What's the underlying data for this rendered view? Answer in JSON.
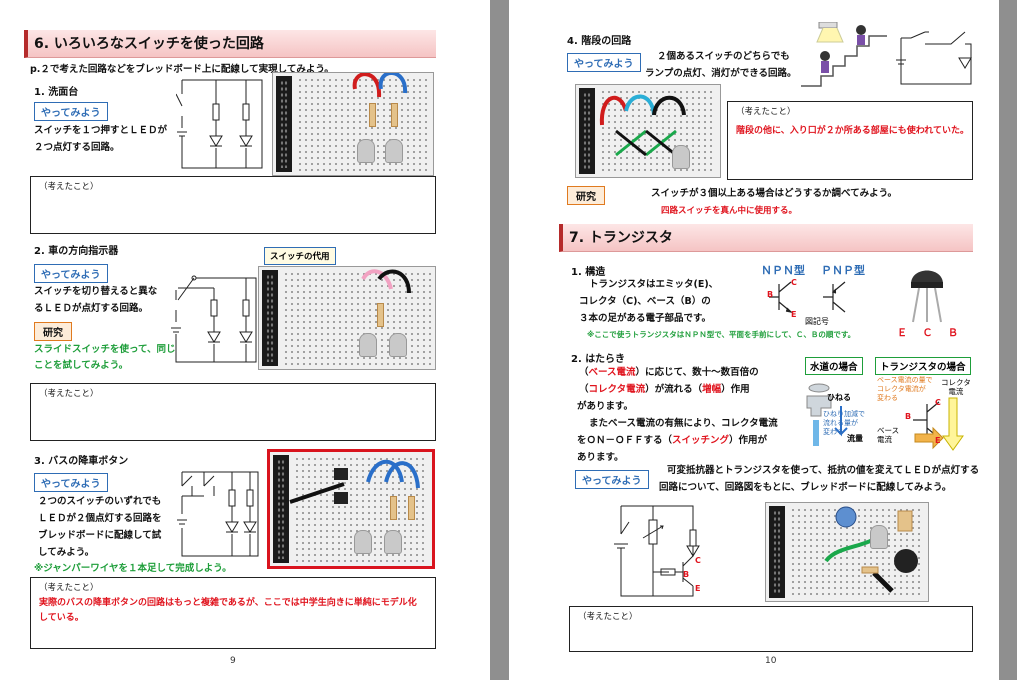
{
  "left": {
    "section_title": "6. いろいろなスイッチを使った回路",
    "intro": "p.２で考えた回路などをブレッドボード上に配線して実現してみよう。",
    "s1": {
      "title": "1. 洗面台",
      "tag": "やってみよう",
      "desc_1": "スイッチを１つ押すとＬＥＤが",
      "desc_2": "２つ点灯する回路。",
      "think_title": "（考えたこと）"
    },
    "s2": {
      "title": "2. 車の方向指示器",
      "tag": "やってみよう",
      "desc_1": "スイッチを切り替えると異な",
      "desc_2": "るＬＥＤが点灯する回路。",
      "research_tag": "研究",
      "research_1": "スライドスイッチを使って、同じ",
      "research_2": "ことを試してみよう。",
      "callout": "スイッチの代用",
      "think_title": "（考えたこと）"
    },
    "s3": {
      "title": "3. バスの降車ボタン",
      "tag": "やってみよう",
      "desc_1": "２つのスイッチのいずれでも",
      "desc_2": "ＬＥＤが２個点灯する回路を",
      "desc_3": "ブレッドボードに配線して試",
      "desc_4": "してみよう。",
      "note": "※ジャンパーワイヤを１本足して完成しよう。",
      "think_title": "（考えたこと）",
      "think_answer_1": "実際のバスの降車ボタンの回路はもっと複雑であるが、ここでは中学生向きに単純にモデル化",
      "think_answer_2": "している。"
    },
    "page_number": "9"
  },
  "right": {
    "s4": {
      "title": "4. 階段の回路",
      "tag": "やってみよう",
      "desc_1": "２個あるスイッチのどちらでも",
      "desc_2": "ランプの点灯、消灯ができる回路。",
      "think_title": "（考えたこと）",
      "think_answer": "階段の他に、入り口が２か所ある部屋にも使われていた。",
      "research_tag": "研究",
      "research_text": "スイッチが３個以上ある場合はどうするか調べてみよう。",
      "research_answer": "四路スイッチを真ん中に使用する。"
    },
    "section_title": "7. トランジスタ",
    "structure": {
      "title": "1. 構造",
      "line_1": "トランジスタはエミッタ(E)、",
      "line_2": "コレクタ（C)、ベース（B）の",
      "line_3": "３本の足がある電子部品です。",
      "note": "※ここで使うトランジスタはＮＰＮ型で、平面を手前にして、Ｃ、Ｂの順です。",
      "npn": "ＮＰＮ型",
      "pnp": "ＰＮＰ型",
      "symbol_label": "図記号",
      "pins": "Ｅ Ｃ Ｂ",
      "pin_c": "C",
      "pin_b": "B",
      "pin_e": "E"
    },
    "function": {
      "title": "2. はたらき",
      "l1_a": "（",
      "l1_red": "ベース電流",
      "l1_b": "）に応じて、数十～数百倍の",
      "l2_a": "（",
      "l2_red1": "コレクタ電流",
      "l2_b": "）が流れる（",
      "l2_red2": "増幅",
      "l2_c": "）作用",
      "l3": "があります。",
      "l4": "またベース電流の有無により、コレクタ電流",
      "l5_a": "をＯＮ－ＯＦＦする（",
      "l5_red": "スイッチング",
      "l5_b": "）作用が",
      "l6": "あります。",
      "water_label": "水道の場合",
      "tr_label": "トランジスタの場合",
      "twist": "ひねる",
      "twist_note_1": "ひねり加減で",
      "twist_note_2": "流れる量が",
      "twist_note_3": "変わる",
      "flow": "流量",
      "tr_note_1": "ベース電流の量で",
      "tr_note_2": "コレクタ電流が",
      "tr_note_3": "変わる",
      "collector_1": "コレクタ",
      "collector_2": "電流",
      "base_1": "ベース",
      "base_2": "電流"
    },
    "try": {
      "tag": "やってみよう",
      "line_1": "可変抵抗器とトランジスタを使って、抵抗の値を変えてＬＥＤが点灯する",
      "line_2": "回路について、回路図をもとに、ブレッドボードに配線してみよう。",
      "think_title": "（考えたこと）"
    },
    "page_number": "10"
  },
  "colors": {
    "accent_red": "#e0141e",
    "section_border": "#b52b2b",
    "tag_blue": "#2f6db5",
    "tag_orange": "#e07a1f",
    "green_text": "#1e9e3a"
  }
}
